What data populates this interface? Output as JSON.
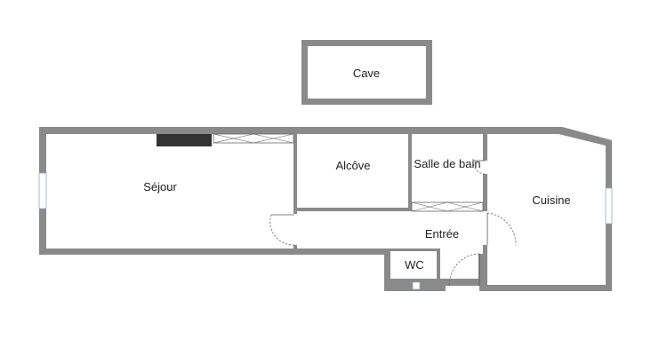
{
  "rooms": {
    "cave": "Cave",
    "sejour": "Séjour",
    "alcove": "Alcôve",
    "salle_de_bain": "Salle de bain",
    "cuisine": "Cuisine",
    "entree": "Entrée",
    "wc": "WC"
  },
  "colors": {
    "wall": "#8a8a8a",
    "background": "#ffffff",
    "radiator": "#333333",
    "window": "#9aa7b5"
  }
}
